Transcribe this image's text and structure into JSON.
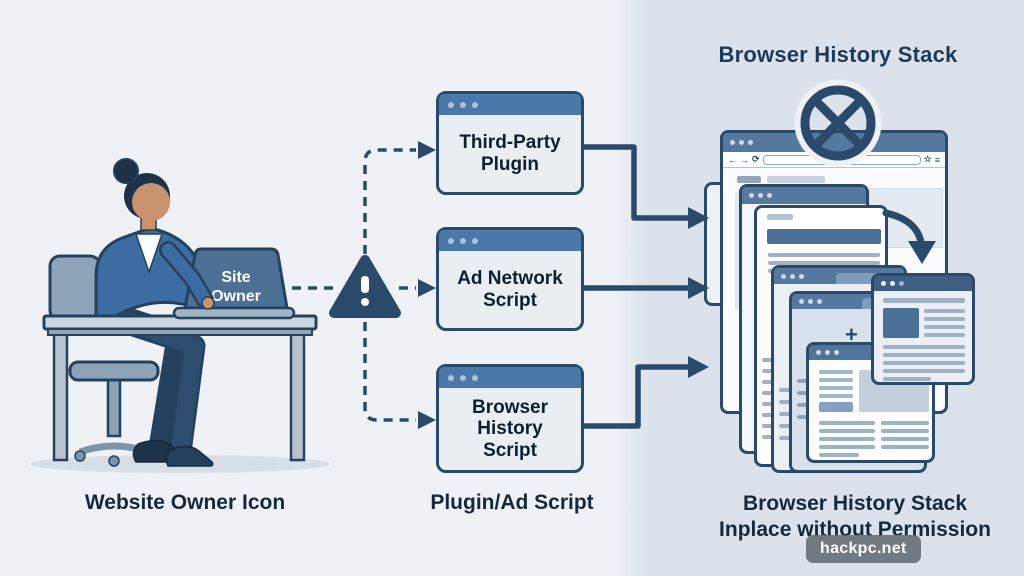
{
  "header": {
    "title": "Browser History Stack"
  },
  "laptop": {
    "line1": "Site",
    "line2": "Owner"
  },
  "boxes": [
    {
      "label": "Third-Party\nPlugin"
    },
    {
      "label": "Ad Network\nScript"
    },
    {
      "label": "Browser\nHistory\nScript"
    }
  ],
  "captions": {
    "left": "Website Owner Icon",
    "middle": "Plugin/Ad Script",
    "right": "Browser History Stack\nInplace without Permission"
  },
  "watermark": "hackpc.net",
  "browser_chrome": {
    "back": "←",
    "forward": "→",
    "refresh": "⟳",
    "star": "☆",
    "menu": "≡",
    "plus": "+"
  },
  "colors": {
    "outline_navy": "#2b4a6b",
    "box_titlebar_blue": "#4a78a8",
    "window_titlebar_blue": "#55789f",
    "banner_blue": "#4a7096",
    "bg_left": "#eef2f6",
    "bg_right": "#dbe2ec",
    "blazer_blue": "#3d6ca3",
    "watermark_gray": "#68707a"
  }
}
